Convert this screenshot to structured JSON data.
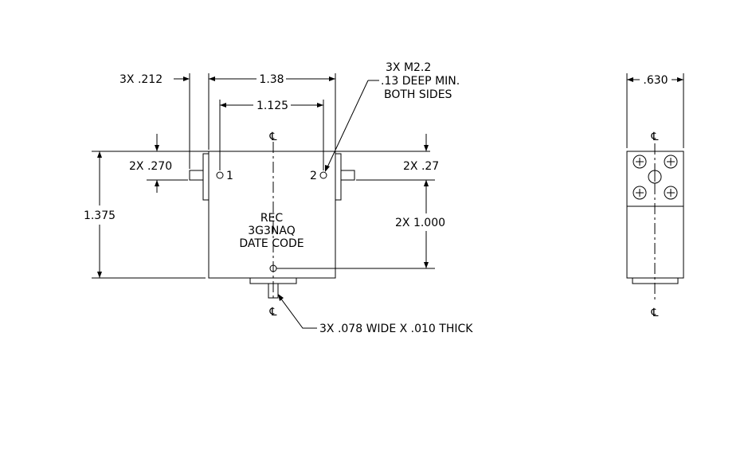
{
  "labels": {
    "dim_212": "3X .212",
    "dim_138": "1.38",
    "dim_1125": "1.125",
    "note_line1": "3X M2.2",
    "note_line2": ".13 DEEP MIN.",
    "note_line3": "BOTH SIDES",
    "dim_270": "2X .270",
    "dim_27": "2X .27",
    "dim_1375": "1.375",
    "dim_1000": "2X 1.000",
    "port1": "1",
    "port2": "2",
    "body_line1": "REC",
    "body_line2": "3G3NAQ",
    "body_line3": "DATE CODE",
    "tab_note": "3X .078 WIDE X .010 THICK",
    "dim_630": ".630",
    "centerline_symbol": "℄"
  }
}
